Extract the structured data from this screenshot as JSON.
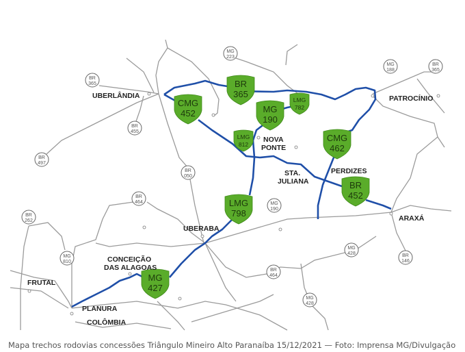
{
  "caption": "Mapa trechos rodovias concessões Triângulo Mineiro Alto Paranaíba 15/12/2021 — Foto: Imprensa MG/Divulgação",
  "colors": {
    "shield": "#5aac2a",
    "concession_road": "#1f4fa8",
    "road": "#9a9a9a"
  },
  "cities": {
    "uberlandia": "UBERLÂNDIA",
    "patrocinio": "PATROCÍNIO",
    "nova_ponte_1": "NOVA",
    "nova_ponte_2": "PONTE",
    "sta_juliana_1": "STA.",
    "sta_juliana_2": "JULIANA",
    "perdizes": "PERDIZES",
    "araxa": "ARAXÁ",
    "uberaba": "UBERABA",
    "conceicao_1": "CONCEIÇÃO",
    "conceicao_2": "DAS ALAGOAS",
    "frutal": "FRUTAL",
    "planura": "PLANURA",
    "colombia": "COLÔMBIA"
  },
  "shields": [
    {
      "a": "CMG",
      "b": "452"
    },
    {
      "a": "BR",
      "b": "365"
    },
    {
      "a": "MG",
      "b": "190"
    },
    {
      "a": "LMG",
      "b": "782"
    },
    {
      "a": "LMG",
      "b": "812"
    },
    {
      "a": "CMG",
      "b": "462"
    },
    {
      "a": "BR",
      "b": "452"
    },
    {
      "a": "LMG",
      "b": "798"
    },
    {
      "a": "MG",
      "b": "427"
    }
  ],
  "markers": [
    {
      "a": "BR",
      "b": "365"
    },
    {
      "a": "BR",
      "b": "455"
    },
    {
      "a": "BR",
      "b": "497"
    },
    {
      "a": "BR",
      "b": "050"
    },
    {
      "a": "MG",
      "b": "223"
    },
    {
      "a": "MG",
      "b": "188"
    },
    {
      "a": "BR",
      "b": "365"
    },
    {
      "a": "BR",
      "b": "464"
    },
    {
      "a": "BR",
      "b": "262"
    },
    {
      "a": "MG",
      "b": "810"
    },
    {
      "a": "MG",
      "b": "190"
    },
    {
      "a": "MG",
      "b": "428"
    },
    {
      "a": "BR",
      "b": "146"
    },
    {
      "a": "BR",
      "b": "464"
    },
    {
      "a": "MG",
      "b": "428"
    }
  ]
}
